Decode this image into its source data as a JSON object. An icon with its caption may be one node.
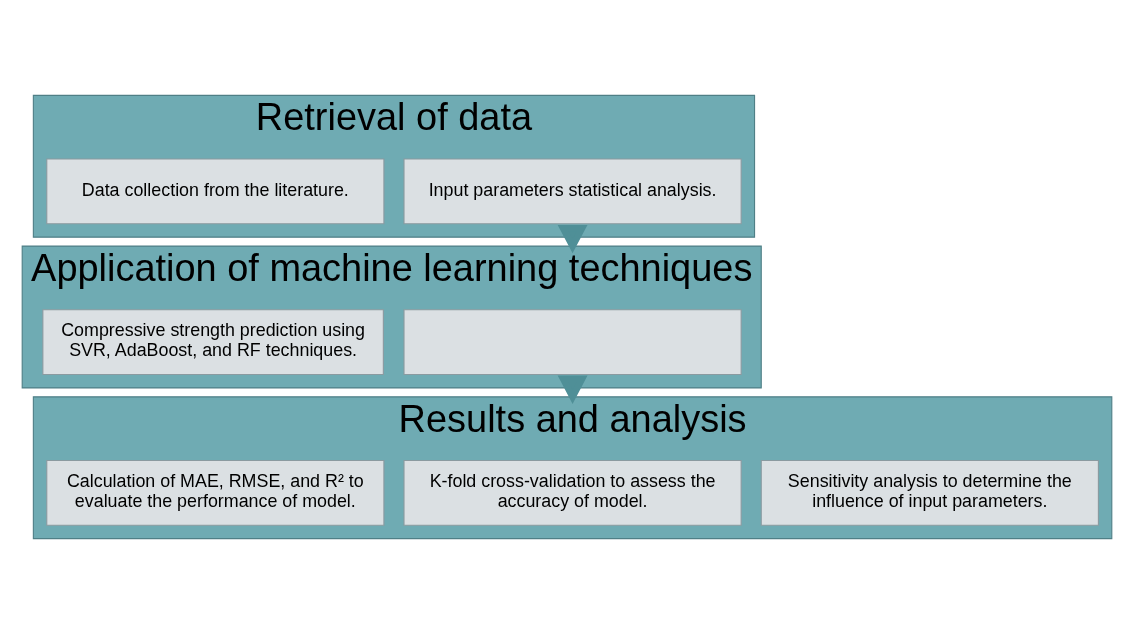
{
  "diagram": {
    "nodes": [
      {
        "text": [
          "Retrieval of data"
        ]
      },
      {
        "text": [
          "Data collection from the literature."
        ],
        "in": 0
      },
      {
        "text": [
          "Input parameters statistical analysis."
        ],
        "in": 0
      },
      {
        "text": [
          "Application of machine learning techniques"
        ]
      },
      {
        "text": [
          "Compressive strength prediction using SVR, AdaBoost, and RF techniques."
        ],
        "in": 3
      },
      {
        "text": [],
        "shape": "box",
        "in": 3
      },
      {
        "text": [
          "Results and analysis"
        ]
      },
      {
        "text": [
          "Calculation of MAE, RMSE, and R² to evaluate the performance of model."
        ],
        "in": 6
      },
      {
        "text": [
          "K-fold cross-validation to assess the accuracy of model."
        ],
        "in": 6
      },
      {
        "text": [
          "Sensitivity analysis to determine the influence of input parameters."
        ],
        "in": 6
      }
    ],
    "edges": [
      {
        "from": 0,
        "to": 3,
        "arrow": "to"
      },
      {
        "from": 3,
        "to": 6,
        "arrow": "to"
      }
    ]
  }
}
